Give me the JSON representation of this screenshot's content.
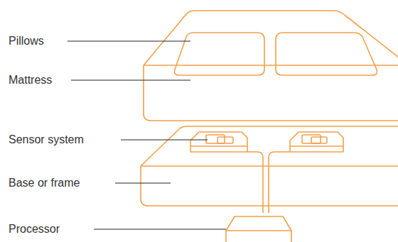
{
  "diagram": {
    "labels": [
      "Pillows",
      "Mattress",
      "Sensor system",
      "Base or frame",
      "Processor"
    ]
  }
}
